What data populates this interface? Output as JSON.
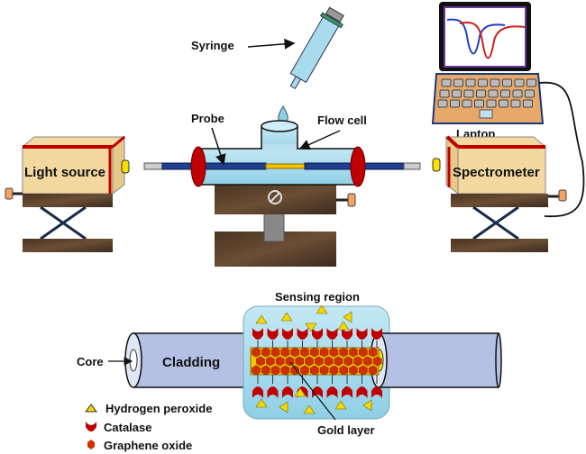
{
  "labels": {
    "syringe": "Syringe",
    "laptop": "Laptop",
    "probe": "Probe",
    "flow_cell": "Flow cell",
    "light_source": "Light source",
    "spectrometer": "Spectrometer",
    "sensing_region": "Sensing region",
    "core": "Core",
    "cladding": "Cladding",
    "gold_layer": "Gold layer"
  },
  "legend": [
    {
      "symbol": "triangle",
      "color": "#f5d800",
      "label": "Hydrogen peroxide"
    },
    {
      "symbol": "catalase",
      "color": "#c00000",
      "label": "Catalase"
    },
    {
      "symbol": "hexagon",
      "color": "#d03000",
      "label": "Graphene oxide"
    }
  ],
  "colors": {
    "wood": "#f3d9a0",
    "red_trim": "#c00000",
    "fiber_blue": "#1f3f8f",
    "cladding": "#b4c0e4",
    "liquid": "#a8dbec",
    "gold": "#f5c400",
    "stand": "#3d2b1f",
    "spectrum_blue": "#2040c0",
    "spectrum_red": "#d02020"
  }
}
